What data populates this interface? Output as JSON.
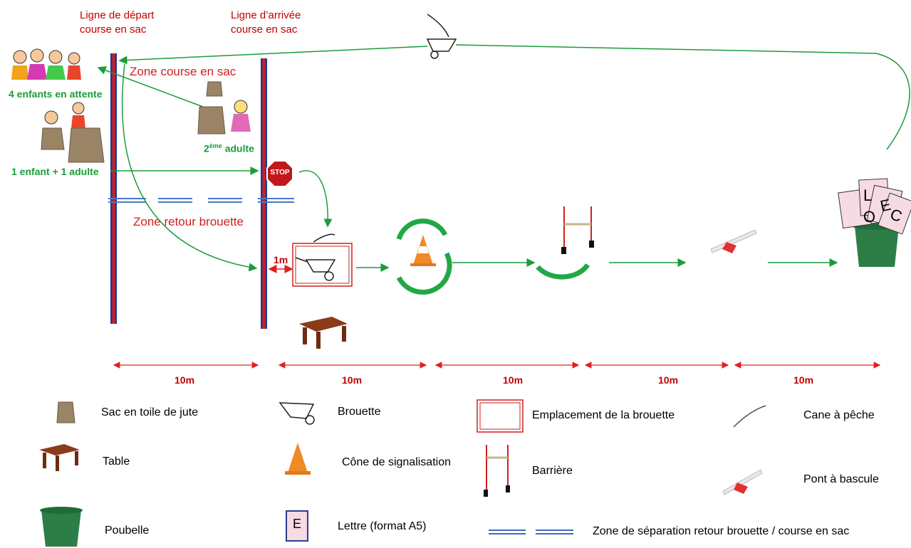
{
  "headers": {
    "start_line": [
      "Ligne de départ",
      "course en sac"
    ],
    "finish_line": [
      "Ligne d’arrivée",
      "course en sac"
    ]
  },
  "zones": {
    "sack_race": "Zone course en sac",
    "wheelbarrow_return": "Zone retour brouette"
  },
  "labels": {
    "children_waiting": "4 enfants en attente",
    "child_adult": "1 enfant + 1 adulte",
    "second_adult": "adulte",
    "second_adult_num": "2",
    "second_adult_sup": "ème",
    "one_meter": "1m",
    "stop": "STOP"
  },
  "board_letters": [
    "L",
    "E",
    "C",
    "O"
  ],
  "distances": [
    "10m",
    "10m",
    "10m",
    "10m",
    "10m"
  ],
  "legend": {
    "sack": "Sac en toile de jute",
    "wheelbarrow": "Brouette",
    "wheelbarrow_spot": "Emplacement de la brouette",
    "fishing_rod": "Cane à pêche",
    "table": "Table",
    "cone": "Cône de signalisation",
    "barrier": "Barrière",
    "seesaw_bridge": "Pont à bascule",
    "bin": "Poubelle",
    "letter_icon": "E",
    "letter": "Lettre (format A5)",
    "separation": "Zone de séparation retour brouette / course en sac"
  },
  "colors": {
    "line_red": "#c00000",
    "line_blue": "#1f3a93",
    "arrow_green": "#1a9c3a",
    "dim_red": "#e02020"
  }
}
